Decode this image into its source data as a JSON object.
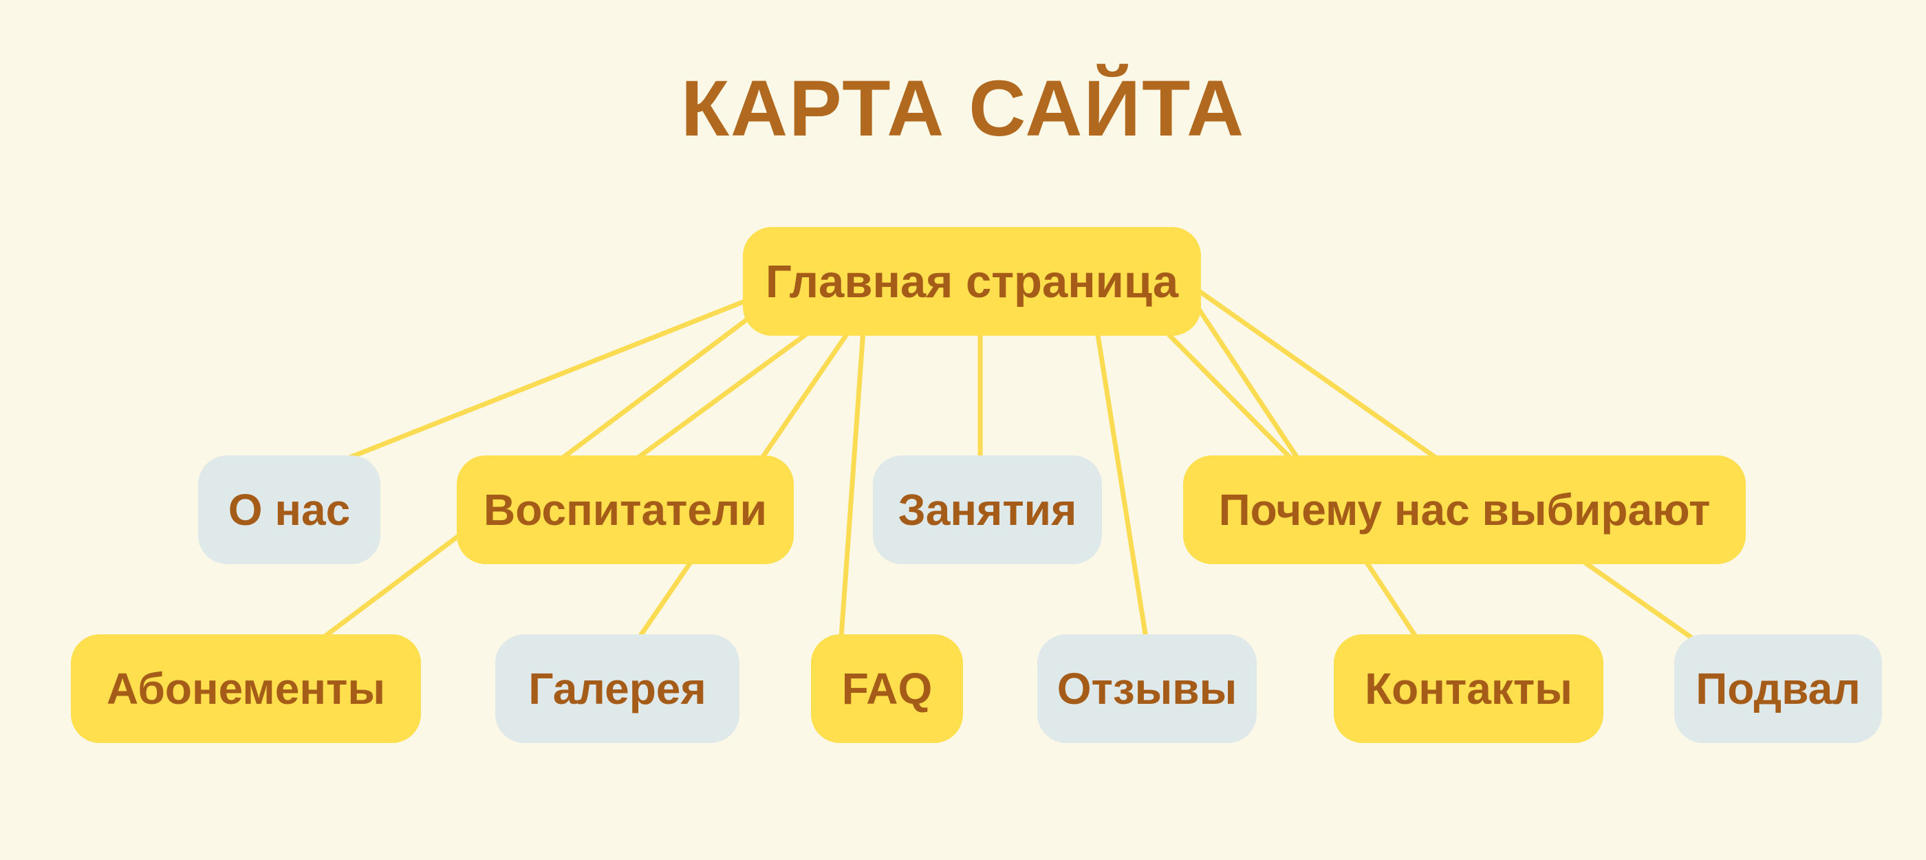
{
  "title": "КАРТА САЙТА",
  "colors": {
    "background": "#FBF8E7",
    "node_yellow": "#FFDF4D",
    "node_gray": "#DFE9EA",
    "connector": "#FBDB52",
    "node_text": "#A45C18",
    "title_text": "#B0691E"
  },
  "nodes": [
    {
      "id": "home",
      "label": "Главная страница",
      "variant": "yellow",
      "level": 1
    },
    {
      "id": "about",
      "label": "О нас",
      "variant": "gray",
      "level": 2
    },
    {
      "id": "teachers",
      "label": "Воспитатели",
      "variant": "yellow",
      "level": 2
    },
    {
      "id": "classes",
      "label": "Занятия",
      "variant": "gray",
      "level": 2
    },
    {
      "id": "why",
      "label": "Почему нас выбирают",
      "variant": "yellow",
      "level": 2
    },
    {
      "id": "subscriptions",
      "label": "Абонементы",
      "variant": "yellow",
      "level": 3
    },
    {
      "id": "gallery",
      "label": "Галерея",
      "variant": "gray",
      "level": 3
    },
    {
      "id": "faq",
      "label": "FAQ",
      "variant": "yellow",
      "level": 3
    },
    {
      "id": "reviews",
      "label": "Отзывы",
      "variant": "gray",
      "level": 3
    },
    {
      "id": "contacts",
      "label": "Контакты",
      "variant": "yellow",
      "level": 3
    },
    {
      "id": "footer",
      "label": "Подвал",
      "variant": "gray",
      "level": 3
    }
  ],
  "edges": [
    {
      "from": "home",
      "to": "about"
    },
    {
      "from": "home",
      "to": "teachers"
    },
    {
      "from": "home",
      "to": "classes"
    },
    {
      "from": "home",
      "to": "why"
    },
    {
      "from": "home",
      "to": "subscriptions"
    },
    {
      "from": "home",
      "to": "gallery"
    },
    {
      "from": "home",
      "to": "faq"
    },
    {
      "from": "home",
      "to": "reviews"
    },
    {
      "from": "home",
      "to": "contacts"
    },
    {
      "from": "home",
      "to": "footer"
    }
  ]
}
